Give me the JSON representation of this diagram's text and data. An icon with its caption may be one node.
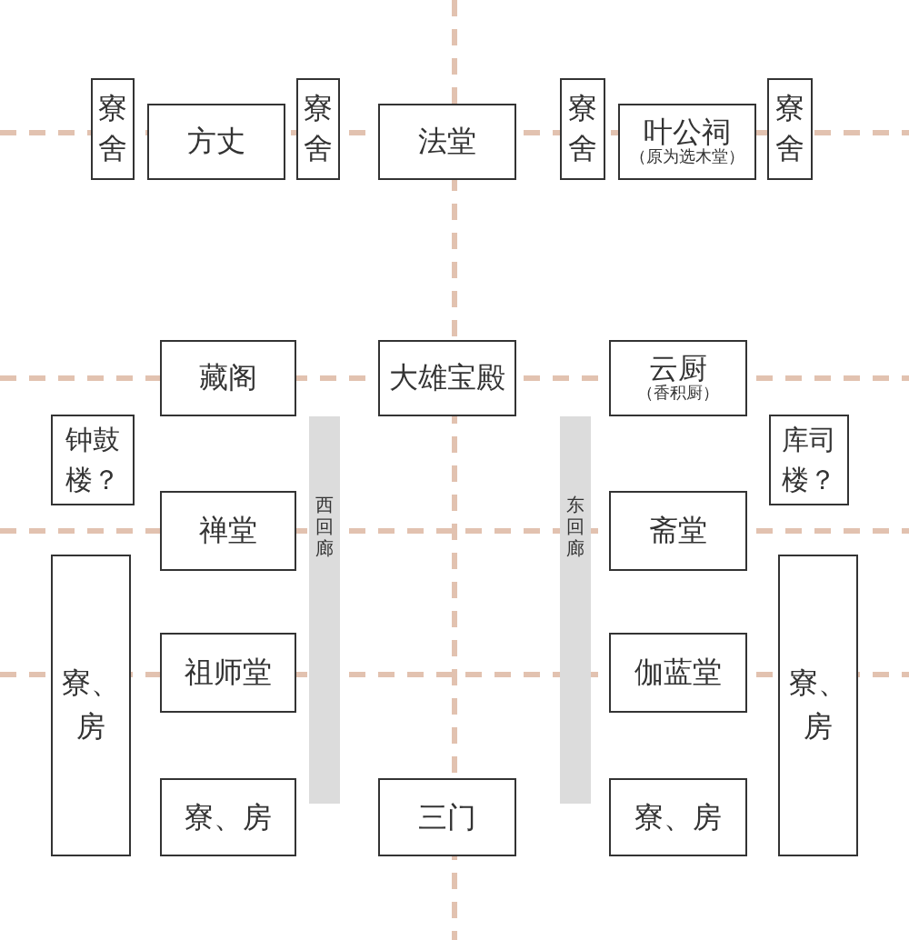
{
  "diagram": {
    "nodes": [
      {
        "text": [
          "寮舍"
        ]
      },
      {
        "text": [
          "方丈"
        ]
      },
      {
        "text": [
          "寮舍"
        ]
      },
      {
        "text": [
          "法堂"
        ]
      },
      {
        "text": [
          "寮舍"
        ]
      },
      {
        "text": [
          "叶公祠",
          "（原为选木堂）"
        ]
      },
      {
        "text": [
          "寮舍"
        ]
      },
      {
        "text": [
          "藏阁"
        ]
      },
      {
        "text": [
          "大雄宝殿"
        ]
      },
      {
        "text": [
          "云厨",
          "（香积厨）"
        ]
      },
      {
        "text": [
          "钟鼓楼？"
        ]
      },
      {
        "text": [
          "西回廊"
        ]
      },
      {
        "text": [
          "东回廊"
        ]
      },
      {
        "text": [
          "库司楼？"
        ]
      },
      {
        "text": [
          "禅堂"
        ]
      },
      {
        "text": [
          "斋堂"
        ]
      },
      {
        "text": [
          "寮、房"
        ]
      },
      {
        "text": [
          "祖师堂"
        ]
      },
      {
        "text": [
          "伽蓝堂"
        ]
      },
      {
        "text": [
          "寮、房"
        ]
      },
      {
        "text": [
          "寮、房"
        ]
      },
      {
        "text": [
          "三门"
        ]
      },
      {
        "text": [
          "寮、房"
        ]
      }
    ]
  }
}
